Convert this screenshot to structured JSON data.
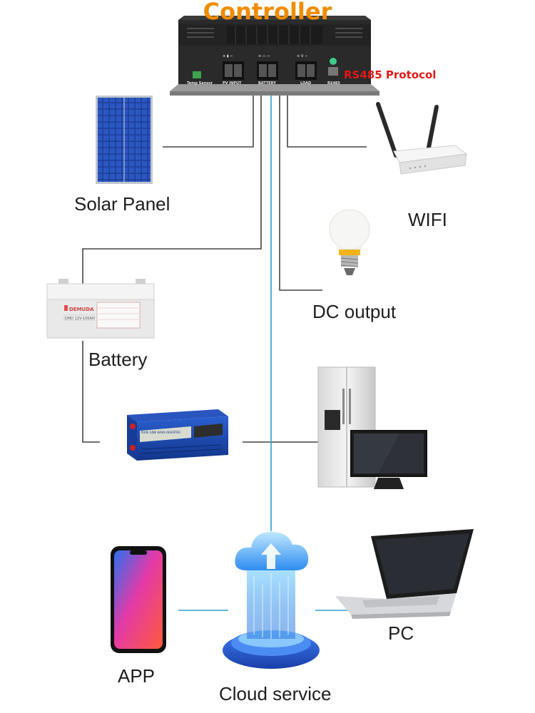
{
  "diagram": {
    "title": "Controller",
    "protocol_label": "RS485 Protocol",
    "controller_ports": {
      "temp_sensor": "Temp Sensor",
      "pv_input": "PV INPUT",
      "battery": "BATTERY",
      "load": "LOAD",
      "rs485": "RS485"
    },
    "nodes": {
      "solar_panel": "Solar Panel",
      "wifi": "WIFI",
      "dc_output": "DC output",
      "battery": "Battery",
      "app": "APP",
      "cloud": "Cloud service",
      "pc": "PC"
    },
    "battery_text": {
      "brand": "DEMUDA",
      "model": "DMD 12V-100AH"
    },
    "inverter_text": "PURE SINE WAVE INVERTER",
    "colors": {
      "title": "#f08c00",
      "protocol": "#e01818",
      "wire": "#444444",
      "data_link": "#2a9fd8",
      "device_body": "#2a2a2a",
      "cloud_glow": "#3aa8ff"
    }
  }
}
